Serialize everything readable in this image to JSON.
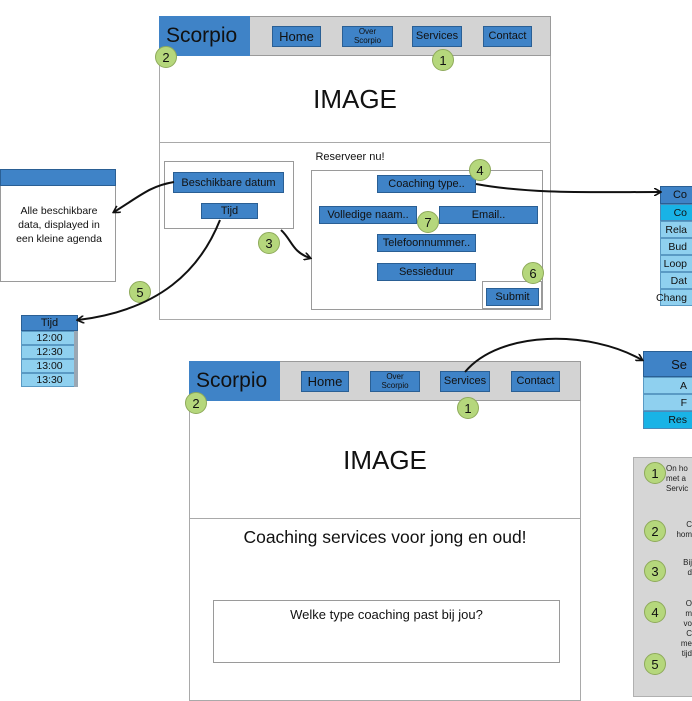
{
  "wireframe1": {
    "logo": "Scorpio",
    "nav": {
      "home": "Home",
      "over_line1": "Over",
      "over_line2": "Scorpio",
      "services": "Services",
      "contact": "Contact"
    },
    "image_label": "IMAGE",
    "reserve_title": "Reserveer nu!",
    "date_button": "Beschikbare datum",
    "time_button": "Tijd",
    "form": {
      "coaching_type": "Coaching type..",
      "full_name": "Volledige naam..",
      "email": "Email..",
      "phone": "Telefoonnummer..",
      "session": "Sessieduur",
      "submit": "Submit"
    },
    "markers": [
      "1",
      "2",
      "3",
      "4",
      "5",
      "6",
      "7"
    ]
  },
  "calendar_popup": {
    "text": "Alle beschikbare data, displayed in een kleine agenda"
  },
  "time_list": {
    "header": "Tijd",
    "times": [
      "12:00",
      "12:30",
      "13:00",
      "13:30"
    ]
  },
  "coaching_dropdown": {
    "items": [
      "Co",
      "Co",
      "Rela",
      "Bud",
      "Loop",
      "Dat",
      "Chang"
    ]
  },
  "wireframe2": {
    "logo": "Scorpio",
    "nav": {
      "home": "Home",
      "over_line1": "Over",
      "over_line2": "Scorpio",
      "services": "Services",
      "contact": "Contact"
    },
    "image_label": "IMAGE",
    "headline": "Coaching services voor jong en oud!",
    "question": "Welke type coaching past bij jou?",
    "markers": [
      "1",
      "2"
    ]
  },
  "services_dropdown": {
    "items": [
      "Se",
      "A",
      "F",
      "Res"
    ]
  },
  "notes_panel": {
    "notes": [
      {
        "num": "1",
        "lines": [
          "On ho",
          "met a",
          "Servic"
        ]
      },
      {
        "num": "2",
        "lines": [
          "C",
          "hom"
        ]
      },
      {
        "num": "3",
        "lines": [
          "Bij",
          "d"
        ]
      },
      {
        "num": "4",
        "lines": [
          "O",
          "m",
          "vo",
          "C",
          "me",
          "tijd"
        ]
      },
      {
        "num": "5",
        "lines": []
      }
    ]
  }
}
